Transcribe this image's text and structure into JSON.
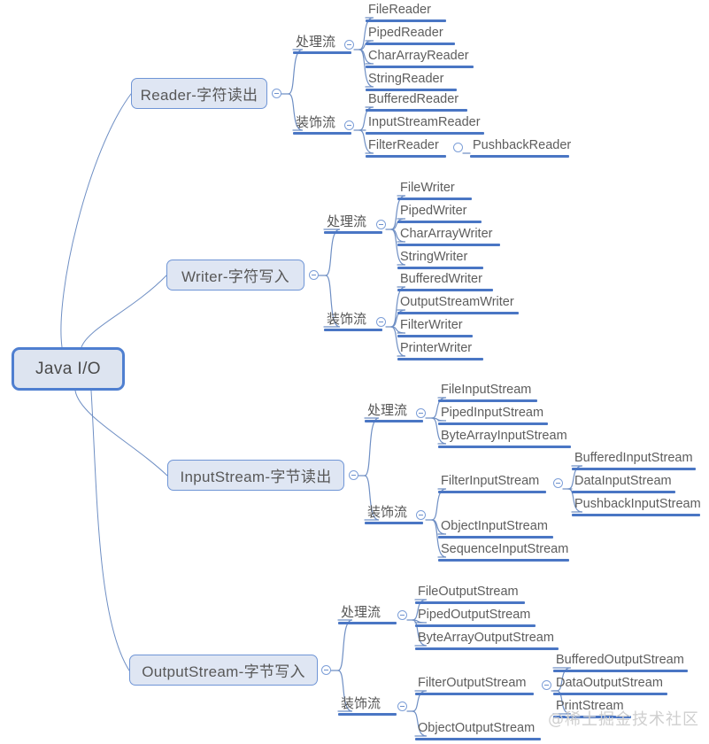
{
  "diagram": {
    "title": "Java I/O mind map",
    "watermark": "@稀土掘金技术社区",
    "colors": {
      "background": "#ffffff",
      "node_fill": "#dde4f0",
      "node_border": "#4f7fd0",
      "branch_fill": "#dfe6f3",
      "branch_border": "#6f95d6",
      "underline": "#4a76c4",
      "text": "#5b5b5b",
      "connector": "#6f8fc4",
      "watermark": "#cfcfcf"
    }
  },
  "root": {
    "label": "Java I/O"
  },
  "branches": [
    {
      "label": "Reader-字符读出",
      "groups": [
        {
          "label": "处理流",
          "items": [
            {
              "label": "FileReader"
            },
            {
              "label": "PipedReader"
            },
            {
              "label": "CharArrayReader"
            },
            {
              "label": "StringReader"
            }
          ]
        },
        {
          "label": "装饰流",
          "items": [
            {
              "label": "BufferedReader"
            },
            {
              "label": "InputStreamReader"
            },
            {
              "label": "FilterReader",
              "children": [
                {
                  "label": "PushbackReader"
                }
              ]
            }
          ]
        }
      ]
    },
    {
      "label": "Writer-字符写入",
      "groups": [
        {
          "label": "处理流",
          "items": [
            {
              "label": "FileWriter"
            },
            {
              "label": "PipedWriter"
            },
            {
              "label": "CharArrayWriter"
            },
            {
              "label": "StringWriter"
            }
          ]
        },
        {
          "label": "装饰流",
          "items": [
            {
              "label": "BufferedWriter"
            },
            {
              "label": "OutputStreamWriter"
            },
            {
              "label": "FilterWriter"
            },
            {
              "label": "PrinterWriter"
            }
          ]
        }
      ]
    },
    {
      "label": "InputStream-字节读出",
      "groups": [
        {
          "label": "处理流",
          "items": [
            {
              "label": "FileInputStream"
            },
            {
              "label": "PipedInputStream"
            },
            {
              "label": "ByteArrayInputStream"
            }
          ]
        },
        {
          "label": "装饰流",
          "items": [
            {
              "label": "FilterInputStream",
              "children": [
                {
                  "label": "BufferedInputStream"
                },
                {
                  "label": "DataInputStream"
                },
                {
                  "label": "PushbackInputStream"
                }
              ]
            },
            {
              "label": "ObjectInputStream"
            },
            {
              "label": "SequenceInputStream"
            }
          ]
        }
      ]
    },
    {
      "label": "OutputStream-字节写入",
      "groups": [
        {
          "label": "处理流",
          "items": [
            {
              "label": "FileOutputStream"
            },
            {
              "label": "PipedOutputStream"
            },
            {
              "label": "ByteArrayOutputStream"
            }
          ]
        },
        {
          "label": "装饰流",
          "items": [
            {
              "label": "FilterOutputStream",
              "children": [
                {
                  "label": "BufferedOutputStream"
                },
                {
                  "label": "DataOutputStream"
                },
                {
                  "label": "PrintStream"
                }
              ]
            },
            {
              "label": "ObjectOutputStream"
            }
          ]
        }
      ]
    }
  ]
}
